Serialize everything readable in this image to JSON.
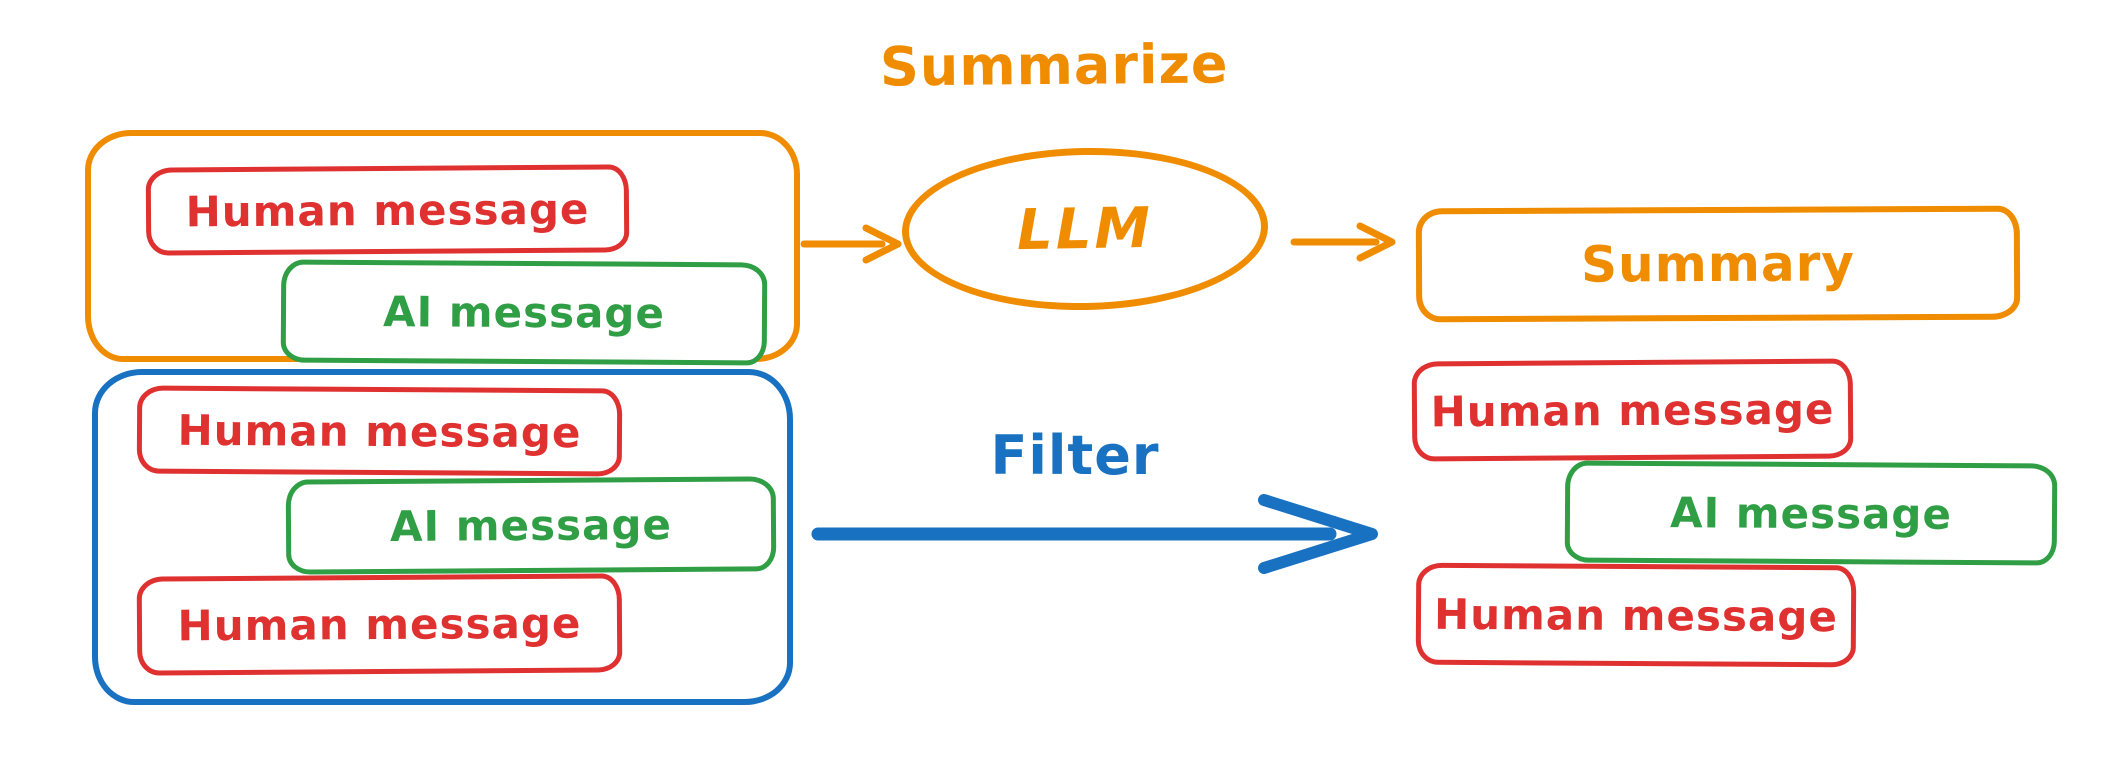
{
  "diagram_title": "conversation summarize and filter flows",
  "colors": {
    "orange": "#f08c00",
    "red": "#e03131",
    "green": "#2f9e44",
    "blue": "#1971c2",
    "background": "#ffffff"
  },
  "flow_labels": {
    "summarize": "Summarize",
    "filter": "Filter"
  },
  "llm_node": {
    "label": "LLM"
  },
  "summary_node": {
    "label": "Summary"
  },
  "left_top_group": {
    "outline_color": "#f08c00",
    "messages": [
      {
        "kind": "human",
        "label": "Human message"
      },
      {
        "kind": "ai",
        "label": "AI message"
      }
    ]
  },
  "left_bottom_group": {
    "outline_color": "#1971c2",
    "messages": [
      {
        "kind": "human",
        "label": "Human message"
      },
      {
        "kind": "ai",
        "label": "AI message"
      },
      {
        "kind": "human",
        "label": "Human message"
      }
    ]
  },
  "right_column": {
    "messages": [
      {
        "kind": "human",
        "label": "Human message"
      },
      {
        "kind": "ai",
        "label": "AI message"
      },
      {
        "kind": "human",
        "label": "Human message"
      }
    ]
  },
  "arrows": [
    {
      "name": "to-llm-arrow",
      "color": "#f08c00"
    },
    {
      "name": "llm-to-summary-arrow",
      "color": "#f08c00"
    },
    {
      "name": "filter-arrow",
      "color": "#1971c2"
    }
  ]
}
